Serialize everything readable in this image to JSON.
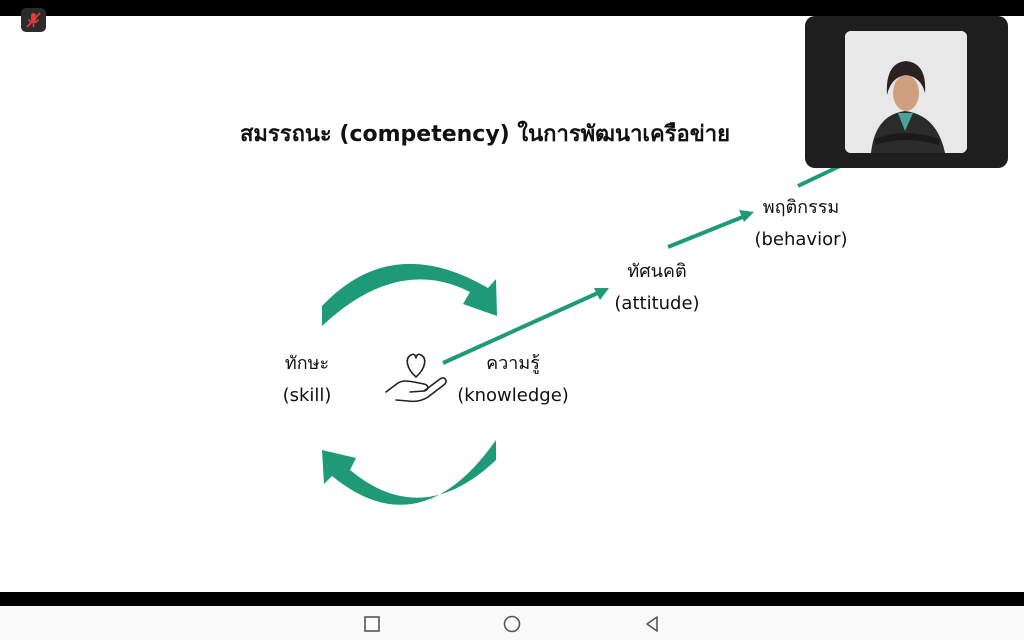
{
  "slide": {
    "title": "สมรรถนะ (competency) ในการพัฒนาเครือข่าย",
    "skill": {
      "th": "ทักษะ",
      "en": "(skill)"
    },
    "knowledge": {
      "th": "ความรู้",
      "en": "(knowledge)"
    },
    "attitude": {
      "th": "ทัศนคติ",
      "en": "(attitude)"
    },
    "behavior": {
      "th": "พฤติกรรม",
      "en": "(behavior)"
    },
    "accent_color": "#1f9a76"
  },
  "icons": {
    "mic": "mic-off-icon",
    "hand": "hand-heart-icon",
    "nav": [
      "square-recents-icon",
      "circle-home-icon",
      "triangle-back-icon"
    ]
  }
}
